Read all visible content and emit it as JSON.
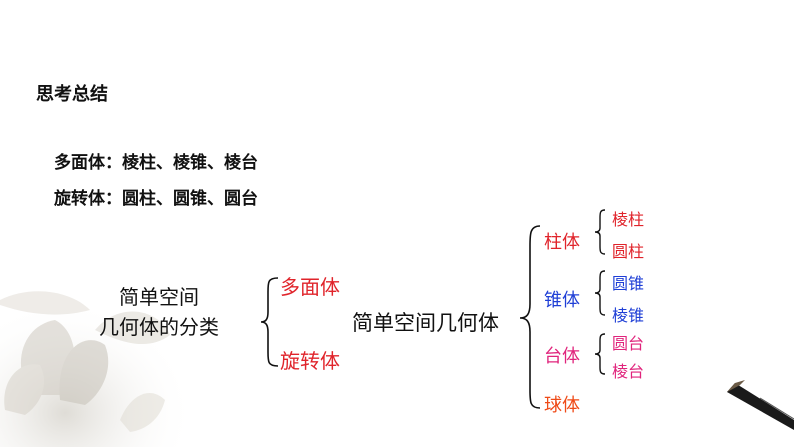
{
  "heading": "思考总结",
  "summary": {
    "polyhedra": "多面体：棱柱、棱锥、棱台",
    "rotation": "旋转体：圆柱、圆锥、圆台"
  },
  "diagram": {
    "root": "简单空间几何体的分类",
    "level1": {
      "poly": "多面体",
      "rot": "旋转体"
    },
    "middle": "简单空间几何体",
    "cats": [
      {
        "label": "柱体",
        "color": "#e0242b",
        "subs": [
          {
            "label": "棱柱",
            "color": "#e0242b"
          },
          {
            "label": "圆柱",
            "color": "#e0242b"
          }
        ]
      },
      {
        "label": "锥体",
        "color": "#1f3fd6",
        "subs": [
          {
            "label": "圆锥",
            "color": "#1f3fd6"
          },
          {
            "label": "棱锥",
            "color": "#1f3fd6"
          }
        ]
      },
      {
        "label": "台体",
        "color": "#e0247c",
        "subs": [
          {
            "label": "圆台",
            "color": "#e0247c"
          },
          {
            "label": "棱台",
            "color": "#e0247c"
          }
        ]
      },
      {
        "label": "球体",
        "color": "#ef4a17",
        "subs": []
      }
    ]
  }
}
